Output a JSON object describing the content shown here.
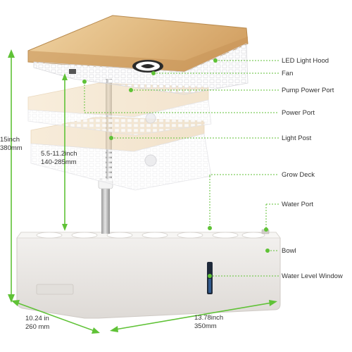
{
  "colors": {
    "accent_green": "#5fc236",
    "wood_light": "#e8c896",
    "wood_dark": "#c99a5b",
    "panel_white": "#f1f1f3",
    "bowl": "#ece9e6",
    "label_text": "#333333"
  },
  "labels": {
    "led_light_hood": "LED Light Hood",
    "fan": "Fan",
    "pump_power_port": "Pump Power Port",
    "power_port": "Power Port",
    "light_post": "Light Post",
    "grow_deck": "Grow Deck",
    "water_port": "Water Port",
    "bowl": "Bowl",
    "water_level_window": "Water Level Window"
  },
  "dimensions": {
    "height_in": "15inch",
    "height_mm": "380mm",
    "adjust_in": "5.5-11.2inch",
    "adjust_mm": "140-285mm",
    "depth_in": "10.24 in",
    "depth_mm": "260 mm",
    "width_in": "13.78inch",
    "width_mm": "350mm"
  }
}
